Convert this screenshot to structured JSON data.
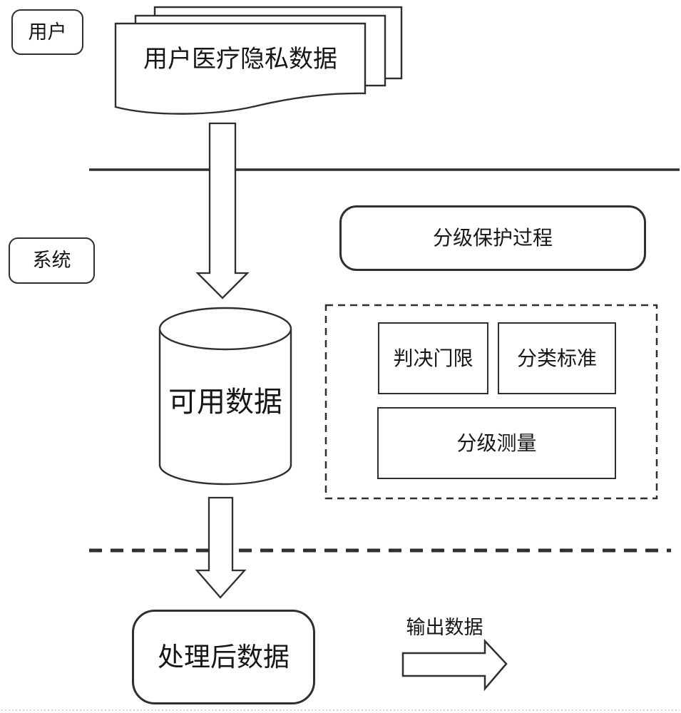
{
  "diagram": {
    "lanes": {
      "user_label": "用户",
      "system_label": "系统"
    },
    "nodes": {
      "document_stack_label": "用户医疗隐私数据",
      "process_label": "分级保护过程",
      "threshold_label": "判决门限",
      "classification_label": "分类标准",
      "measurement_label": "分级测量",
      "database_label": "可用数据",
      "processed_label": "处理后数据",
      "output_label": "输出数据"
    },
    "icons": {
      "document_stack": "stacked-documents",
      "database": "cylinder",
      "flow_down": "block-arrow-down",
      "flow_out": "block-arrow-right"
    },
    "colors": {
      "stroke": "#2f2f2f",
      "text": "#161616",
      "background": "#ffffff",
      "faint_rule": "#c9c9c9"
    }
  }
}
